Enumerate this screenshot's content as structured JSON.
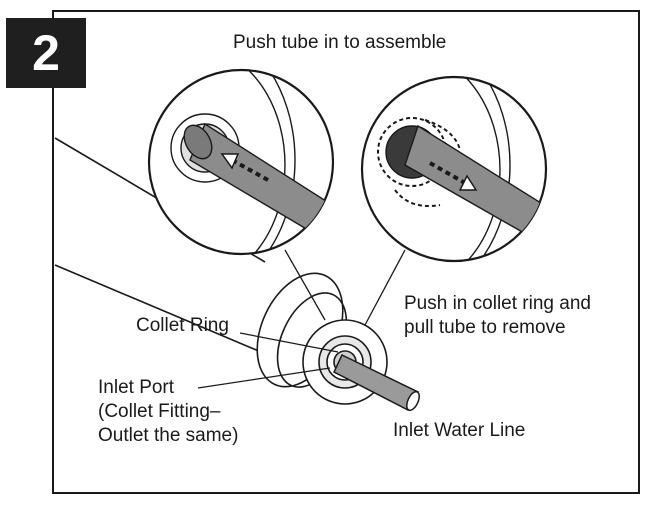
{
  "step": {
    "number": "2"
  },
  "title": "Push tube in to assemble",
  "labels": {
    "collet_ring": "Collet Ring",
    "remove_instruction": [
      "Push in collet ring and",
      "pull tube to remove"
    ],
    "inlet_port": [
      "Inlet Port",
      "(Collet Fitting–",
      "Outlet the same)"
    ],
    "inlet_water_line": "Inlet Water Line"
  },
  "colors": {
    "ink": "#1a1a1a",
    "tube_fill": "#8c8c8c",
    "badge": "#1f1f1f"
  }
}
